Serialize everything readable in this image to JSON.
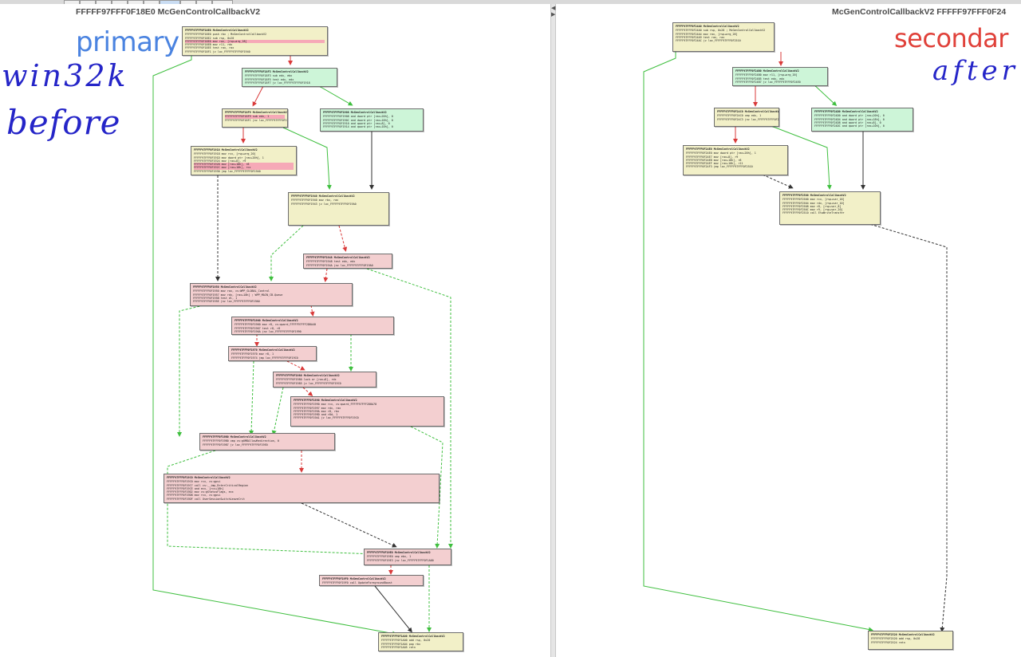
{
  "window": {
    "left_title": "FFFFF97FFF0F18E0 McGenControlCallbackV2",
    "right_title": "McGenControlCallbackV2 FFFFF97FFF0F24"
  },
  "annotations": {
    "primary": "primary",
    "secondary": "secondar",
    "left_note_1": "win32k",
    "left_note_2": "before",
    "right_note": "after"
  },
  "colors": {
    "block_yellow": "#f2f0c8",
    "block_green": "#cdf5d8",
    "block_red": "#f3cfd0",
    "edge_green": "#3fbf3f",
    "edge_red": "#d93a3a",
    "edge_black": "#333333",
    "primary_text": "#4a83e0",
    "secondary_text": "#e0413a",
    "handwriting": "#2525c8"
  },
  "left_blocks": [
    {
      "head": "FFFFF97FFF0F18E0   McGenControlCallbackV2",
      "lines": [
        "FFFFF97FFF0F18E0 push   rbx          ; McGenControlCallbackV2",
        "FFFFF97FFF0F18E2 sub    rsp, 0x20",
        "FFFFF97FFF0F18E6 mov    rax, [rsp+arg_28]",
        "FFFFF97FFF0F18EB mov    r11, rdx",
        "FFFFF97FFF0F18EE test   rax, rax",
        "FFFFF97FFF0F18F1 jz     loc_FFFFF97FFF0F1940"
      ]
    },
    {
      "head": "FFFFF97FFF0F18F3   McGenControlCallbackV2",
      "lines": [
        "FFFFF97FFF0F18F3 sub    edx, ebx",
        "FFFFF97FFF0F18F5 test   edx, edx",
        "FFFFF97FFF0F18F7 jz     loc_FFFFF97FFF0F1918"
      ]
    },
    {
      "head": "FFFFF97FFF0F18F9   McGenControlCallbackV2",
      "lines": [
        "FFFFF97FFF0F18F9 sub    edx, 1",
        "FFFFF97FFF0F18FC jnz    loc_FFFFF97FFF0F1940"
      ]
    },
    {
      "head": "FFFFF97FFF0F1908   McGenControlCallbackV2",
      "lines": [
        "FFFFF97FFF0F1908 and    dword ptr [rax+20h], 0",
        "FFFFF97FFF0F190C and    dword ptr [rax+18h], 0",
        "FFFFF97FFF0F1910 and    qword ptr [rax+8], 0",
        "FFFFF97FFF0F1914 and    qword ptr [rax+10h], 0"
      ]
    },
    {
      "head": "FFFFF97FFF0F1918   McGenControlCallbackV2",
      "lines": [
        "FFFFF97FFF0F1918 mov    rcx, [rsp+arg_20]",
        "FFFFF97FFF0F191D mov    dword ptr [rax+20h], 1",
        "FFFFF97FFF0F1924 mov    [rax+8], r9",
        "FFFFF97FFF0F1928 mov    [rax+18h], r8",
        "FFFFF97FFF0F192C mov    [rax+10h], rcx",
        "FFFFF97FFF0F1930 jmp    loc_FFFFF97FFF0F1940"
      ]
    },
    {
      "head": "FFFFF97FFF0F1940   McGenControlCallbackV2",
      "lines": [
        "FFFFF97FFF0F1940 mov    rbx, rax",
        "FFFFF97FFF0F1943 jz     loc_FFFFF97FFF0F19A0"
      ]
    },
    {
      "head": "FFFFF97FFF0F1948   McGenControlCallbackV2",
      "lines": [
        "FFFFF97FFF0F1948 test   edx, edx",
        "FFFFF97FFF0F194A jnz    loc_FFFFF97FFF0F19A0"
      ]
    },
    {
      "head": "FFFFF97FFF0F1950   McGenControlCallbackV2",
      "lines": [
        "FFFFF97FFF0F1950 mov    rax, cs:WPP_GLOBAL_Control",
        "FFFFF97FFF0F1957 mov    rdx, [rax+18h]   ; WPP_MAIN_CB.Queue",
        "FFFFF97FFF0F195B test   dl, 1",
        "FFFFF97FFF0F195E jnz    loc_FFFFF97FFF0F19A0"
      ]
    },
    {
      "head": "FFFFF97FFF0F1960   McGenControlCallbackV2",
      "lines": [
        "FFFFF97FFF0F1960 mov    r8, cs:qword_FFFFF97FFF2D8A40",
        "FFFFF97FFF0F1967 test   r8, r8",
        "FFFFF97FFF0F196A jnz    loc_FFFFF97FFF0F1990"
      ]
    },
    {
      "head": "FFFFF97FFF0F1970   McGenControlCallbackV2",
      "lines": [
        "FFFFF97FFF0F1970 mov    r8, 1",
        "FFFFF97FFF0F1974 jmp    loc_FFFFF97FFF0F19C0"
      ]
    },
    {
      "head": "FFFFF97FFF0F1980   McGenControlCallbackV2",
      "lines": [
        "FFFFF97FFF0F1980 lock   or [rax+8], rdx",
        "FFFFF97FFF0F1985 jz     loc_FFFFF97FFF0F19C0"
      ]
    },
    {
      "head": "FFFFF97FFF0F1990   McGenControlCallbackV2",
      "lines": [
        "FFFFF97FFF0F1990 mov    rcx, cs:qword_FFFFF97FFF2D8A78",
        "FFFFF97FFF0F1997 mov    rdx, rax",
        "FFFFF97FFF0F199A mov    r8, rbx",
        "FFFFF97FFF0F199D and    r8d, 1",
        "FFFFF97FFF0F19A1 jz     loc_FFFFF97FFF0F19C0"
      ]
    },
    {
      "head": "FFFFF97FFF0F19B0   McGenControlCallbackV2",
      "lines": [
        "FFFFF97FFF0F19B0 cmp    cs:gUMDAllowRedirection, 0",
        "FFFFF97FFF0F19B7 jz     loc_FFFFF97FFF0F19E0"
      ]
    },
    {
      "head": "FFFFF97FFF0F19C0   McGenControlCallbackV2",
      "lines": [
        "FFFFF97FFF0F19C0 mov    rcx, cs:gpsi",
        "FFFFF97FFF0F19C7 call   cs:__imp_EnterCriticalRegion",
        "FFFFF97FFF0F19CE and    ecx, [rcx+18h]",
        "FFFFF97FFF0F19D2 mov    cs:gStatusFlags, ecx",
        "FFFFF97FFF0F19D8 mov    rcx, cs:gpsi",
        "FFFFF97FFF0F19DF call   UserSessionSwitchLeaveCrit"
      ]
    },
    {
      "head": "FFFFF97FFF0F19E0   McGenControlCallbackV2",
      "lines": [
        "FFFFF97FFF0F19E0 cmp    ebx, 1",
        "FFFFF97FFF0F19E3 jnz    loc_FFFFF97FFF0F1A00"
      ]
    },
    {
      "head": "FFFFF97FFF0F19F0   McGenControlCallbackV2",
      "lines": [
        "FFFFF97FFF0F19F0 call   UpdateForegroundBoost"
      ]
    },
    {
      "head": "FFFFF97FFF0F1A00   McGenControlCallbackV2",
      "lines": [
        "FFFFF97FFF0F1A00 add    rsp, 0x20",
        "FFFFF97FFF0F1A04 pop    rbx",
        "FFFFF97FFF0F1A05 retn"
      ]
    }
  ],
  "right_blocks": [
    {
      "head": "FFFFF97FFF0F24A0   McGenControlCallbackV2",
      "lines": [
        "FFFFF97FFF0F24A0 sub    rsp, 0x28     ; McGenControlCallbackV2",
        "FFFFF97FFF0F24A4 mov    rax, [rsp+arg_28]",
        "FFFFF97FFF0F24A9 test   rax, rax",
        "FFFFF97FFF0F24AC jz     loc_FFFFF97FFF0F2510"
      ]
    },
    {
      "head": "FFFFF97FFF0F24B0   McGenControlCallbackV2",
      "lines": [
        "FFFFF97FFF0F24B0 mov    r11, [rsp+arg_20]",
        "FFFFF97FFF0F24B5 test   edx, edx",
        "FFFFF97FFF0F24B7 jz     loc_FFFFF97FFF0F24E0"
      ]
    },
    {
      "head": "FFFFF97FFF0F24C0   McGenControlCallbackV2",
      "lines": [
        "FFFFF97FFF0F24C0 cmp    edx, 1",
        "FFFFF97FFF0F24C3 jnz    loc_FFFFF97FFF0F2510"
      ]
    },
    {
      "head": "FFFFF97FFF0F24D0   McGenControlCallbackV2",
      "lines": [
        "FFFFF97FFF0F24D0 and    dword ptr [rax+20h], 0",
        "FFFFF97FFF0F24D4 and    dword ptr [rax+18h], 0",
        "FFFFF97FFF0F24D8 and    qword ptr [rax+8], 0",
        "FFFFF97FFF0F24DC and    qword ptr [rax+10h], 0"
      ]
    },
    {
      "head": "FFFFF97FFF0F24E0   McGenControlCallbackV2",
      "lines": [
        "FFFFF97FFF0F24E0 mov    dword ptr [rax+20h], 1",
        "FFFFF97FFF0F24E7 mov    [rax+8], r9",
        "FFFFF97FFF0F24EB mov    [rax+18h], r8",
        "FFFFF97FFF0F24EF mov    [rax+10h], r11",
        "FFFFF97FFF0F24F3 jmp    loc_FFFFF97FFF0F2510"
      ]
    },
    {
      "head": "FFFFF97FFF0F2500   McGenControlCallbackV2",
      "lines": [
        "FFFFF97FFF0F2500 mov    rcx, [rsp+var_18]",
        "FFFFF97FFF0F2504 mov    rdx, [rsp+var_10]",
        "FFFFF97FFF0F2508 mov    r8, [rsp+var_8]",
        "FFFFF97FFF0F250C mov    r9, [rsp+var_20]",
        "FFFFF97FFF0F2510 call   EtwWriteTransfer"
      ]
    },
    {
      "head": "FFFFF97FFF0F2520   McGenControlCallbackV2",
      "lines": [
        "FFFFF97FFF0F2520 add    rsp, 0x28",
        "FFFFF97FFF0F2524 retn"
      ]
    }
  ]
}
